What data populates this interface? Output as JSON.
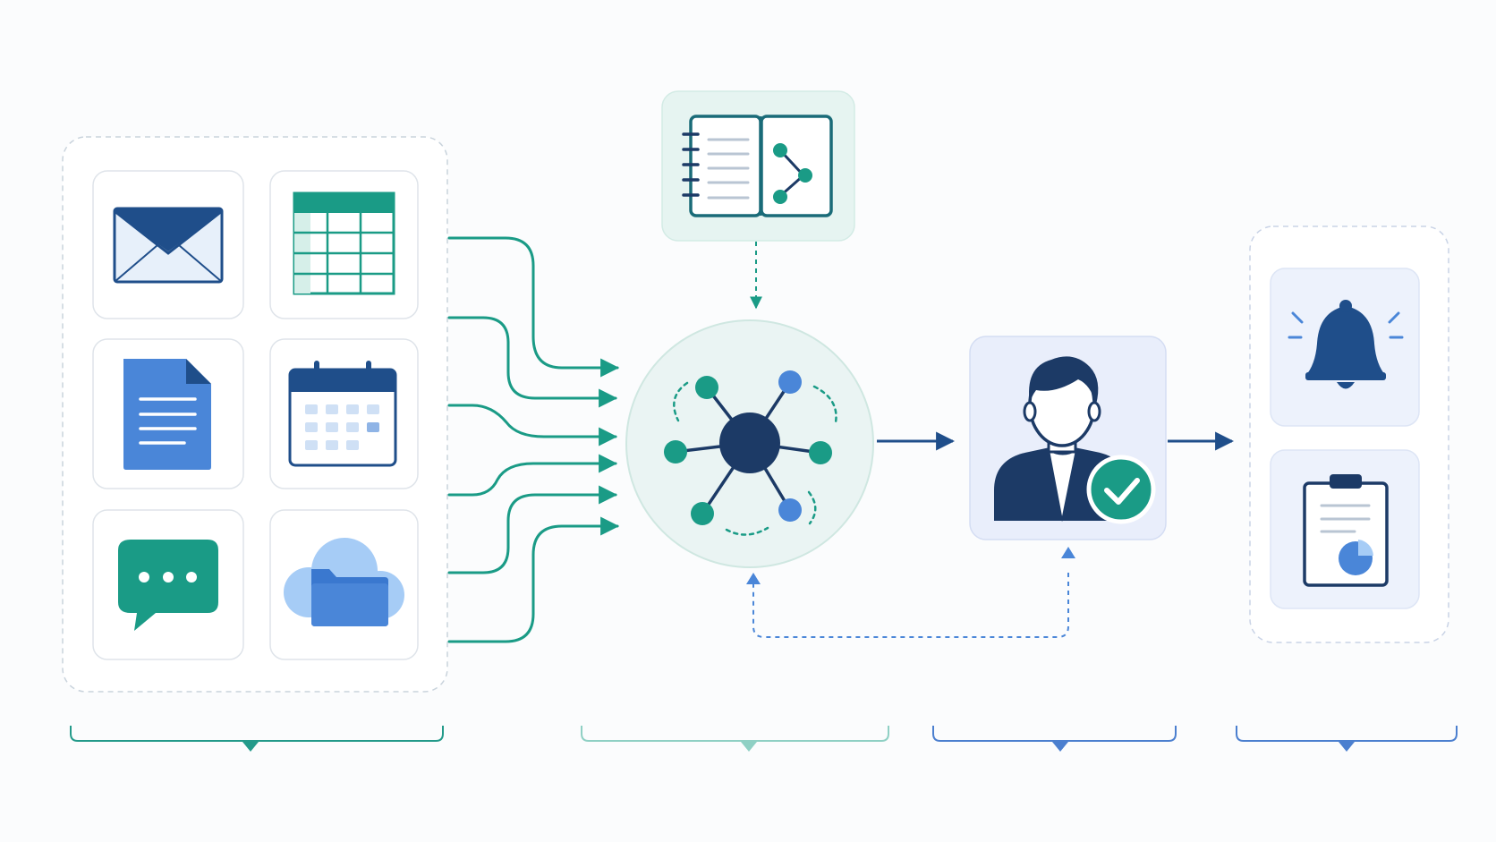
{
  "colors": {
    "navy": "#1f4e8a",
    "dark_navy": "#1c3a66",
    "teal": "#1a9b86",
    "blue": "#4a86d8",
    "light_blue": "#a6ccf6",
    "pale_teal": "#e6f4f1",
    "pale_blue": "#e9eefb",
    "panel_border": "#c9d3dc",
    "card_border": "#dfe4ea",
    "bracket_teal": "#239a8a",
    "bracket_pale": "#8fd0c4",
    "bracket_blue": "#4b7fcf"
  },
  "sources": [
    {
      "name": "email-icon"
    },
    {
      "name": "spreadsheet-icon"
    },
    {
      "name": "document-icon"
    },
    {
      "name": "calendar-icon"
    },
    {
      "name": "chat-icon"
    },
    {
      "name": "cloud-folder-icon"
    }
  ],
  "knowledge_base": {
    "icon": "knowledge-book-icon"
  },
  "hub": {
    "icon": "network-hub-icon"
  },
  "reviewer": {
    "icon": "approved-user-icon"
  },
  "outputs": [
    {
      "name": "notification-bell-icon"
    },
    {
      "name": "report-clipboard-icon"
    }
  ],
  "brackets": [
    {
      "name": "sources-bracket"
    },
    {
      "name": "processing-bracket"
    },
    {
      "name": "review-bracket"
    },
    {
      "name": "output-bracket"
    }
  ]
}
